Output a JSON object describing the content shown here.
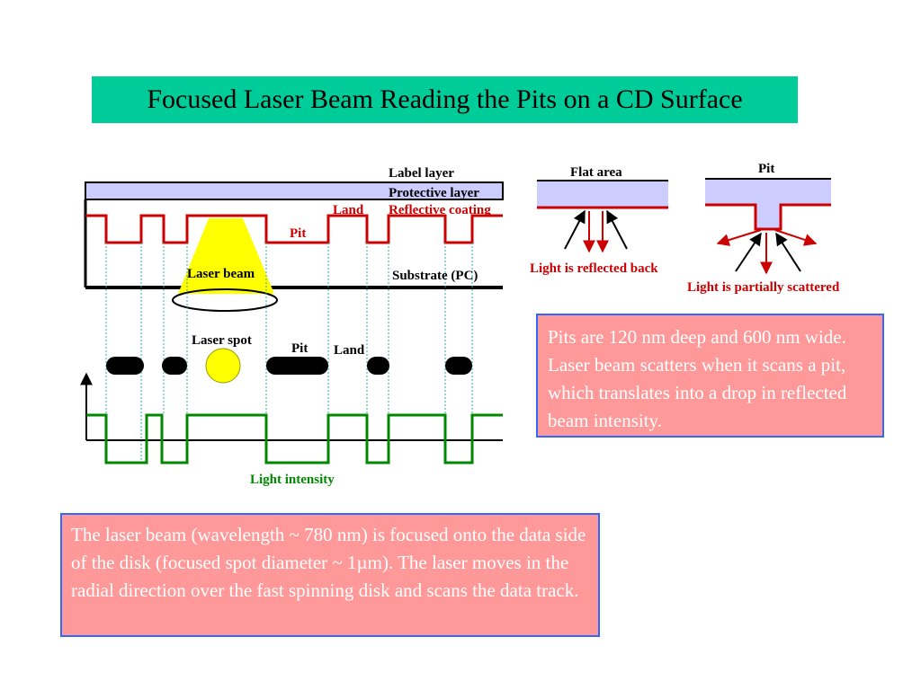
{
  "slide": {
    "title": "Focused Laser Beam Reading the Pits on a CD Surface"
  },
  "diagram": {
    "label_layer": "Label layer",
    "protective_layer": "Protective layer",
    "land_top": "Land",
    "reflective_coating": "Reflective coating",
    "pit_top": "Pit",
    "laser_beam": "Laser beam",
    "substrate": "Substrate (PC)",
    "laser_spot": "Laser spot",
    "pit_track": "Pit",
    "land_track": "Land",
    "light_intensity": "Light intensity",
    "flat_area": "Flat area",
    "pit_detail": "Pit",
    "reflected_back": "Light is reflected back",
    "partially_scattered": "Light is partially scattered"
  },
  "notes": {
    "pits": "Pits are 120 nm deep and 600 nm wide. Laser beam scatters when it scans a pit, which translates into a drop in reflected beam intensity.",
    "laser": "The laser beam (wavelength ~ 780 nm) is focused onto the data side of the disk (focused spot diameter ~ 1µm). The laser moves in the radial direction over the fast spinning disk and scans the data track."
  },
  "colors": {
    "title_bg": "#00cc99",
    "protective_layer": "#ccccff",
    "reflective_coating": "#cc0000",
    "laser_beam": "#ffff00",
    "intensity_signal": "#008800",
    "note_bg": "#ff9999",
    "note_border": "#3366ff"
  }
}
